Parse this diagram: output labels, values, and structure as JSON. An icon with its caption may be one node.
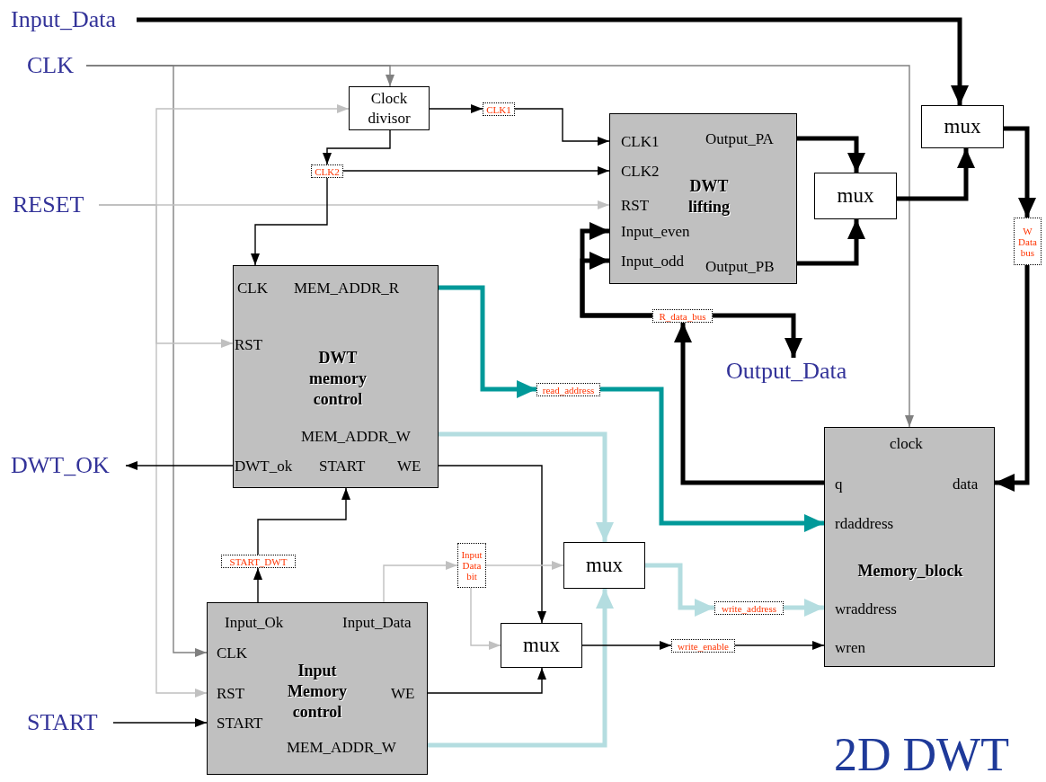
{
  "diagram": {
    "title": "2D DWT",
    "nodes": [
      {
        "text": [
          "Input_Data"
        ]
      },
      {
        "text": [
          "CLK"
        ]
      },
      {
        "text": [
          "RESET"
        ]
      },
      {
        "text": [
          "DWT_OK"
        ]
      },
      {
        "text": [
          "START"
        ]
      },
      {
        "text": [
          "Output_Data"
        ]
      },
      {
        "text": [
          "Clock divisor"
        ]
      },
      {
        "text": [
          "DWT lifting",
          "CLK1",
          "CLK2",
          "RST",
          "Input_even",
          "Input_odd",
          "Output_PA",
          "Output_PB"
        ]
      },
      {
        "text": [
          "mux"
        ]
      },
      {
        "text": [
          "mux"
        ]
      },
      {
        "text": [
          "DWT memory control",
          "CLK",
          "MEM_ADDR_R",
          "RST",
          "MEM_ADDR_W",
          "DWT_ok",
          "START",
          "WE"
        ]
      },
      {
        "text": [
          "Memory_block",
          "clock",
          "q",
          "data",
          "rdaddress",
          "wraddress",
          "wren"
        ]
      },
      {
        "text": [
          "Input Memory control",
          "Input_Ok",
          "Input_Data",
          "CLK",
          "RST",
          "START",
          "WE",
          "MEM_ADDR_W"
        ]
      },
      {
        "text": [
          "mux"
        ]
      },
      {
        "text": [
          "mux"
        ]
      },
      {
        "text": [
          "CLK1"
        ]
      },
      {
        "text": [
          "CLK2"
        ]
      },
      {
        "text": [
          "R_data_bus"
        ]
      },
      {
        "text": [
          "W Data bus"
        ]
      },
      {
        "text": [
          "read_address"
        ]
      },
      {
        "text": [
          "START_DWT"
        ]
      },
      {
        "text": [
          "Input Data bit"
        ]
      },
      {
        "text": [
          "write_address"
        ]
      },
      {
        "text": [
          "write_enable"
        ]
      }
    ],
    "edges": [
      {
        "from": 0,
        "to": 8,
        "arrow": "to",
        "style": "thick"
      },
      {
        "from": 1,
        "to": 6,
        "arrow": "to",
        "color": "#808080"
      },
      {
        "from": 1,
        "to": 11,
        "arrow": "to",
        "color": "#808080"
      },
      {
        "from": 1,
        "to": 12,
        "arrow": "to",
        "color": "#808080"
      },
      {
        "from": 2,
        "to": 7,
        "arrow": "to",
        "color": "#c0c0c0"
      },
      {
        "from": 2,
        "to": 6,
        "arrow": "to",
        "color": "#c0c0c0"
      },
      {
        "from": 2,
        "to": 10,
        "arrow": "to",
        "color": "#c0c0c0"
      },
      {
        "from": 2,
        "to": 12,
        "arrow": "to",
        "color": "#c0c0c0"
      },
      {
        "from": 6,
        "to": 15,
        "arrow": "to"
      },
      {
        "from": 15,
        "to": 7,
        "arrow": "to"
      },
      {
        "from": 6,
        "to": 16,
        "arrow": "to"
      },
      {
        "from": 16,
        "to": 7,
        "arrow": "to"
      },
      {
        "from": 16,
        "to": 10,
        "arrow": "to"
      },
      {
        "from": 7,
        "to": 9,
        "arrow": "to",
        "style": "thick"
      },
      {
        "from": 7,
        "to": 9,
        "arrow": "to",
        "style": "thick"
      },
      {
        "from": 9,
        "to": 8,
        "arrow": "to",
        "style": "thick"
      },
      {
        "from": 8,
        "to": 18,
        "arrow": "to",
        "style": "thick"
      },
      {
        "from": 18,
        "to": 11,
        "arrow": "to",
        "style": "thick"
      },
      {
        "from": 11,
        "to": 17,
        "arrow": "to",
        "style": "thick"
      },
      {
        "from": 17,
        "to": 7,
        "arrow": "to",
        "style": "thick"
      },
      {
        "from": 17,
        "to": 7,
        "arrow": "to",
        "style": "thick"
      },
      {
        "from": 17,
        "to": 5,
        "arrow": "to",
        "style": "thick"
      },
      {
        "from": 10,
        "to": 19,
        "arrow": "to",
        "style": "thick",
        "color": "#009999"
      },
      {
        "from": 19,
        "to": 11,
        "arrow": "to",
        "style": "thick",
        "color": "#009999"
      },
      {
        "from": 10,
        "to": 13,
        "arrow": "to",
        "style": "thick",
        "color": "#b4dde0"
      },
      {
        "from": 12,
        "to": 13,
        "arrow": "to",
        "style": "thick",
        "color": "#b4dde0"
      },
      {
        "from": 13,
        "to": 22,
        "arrow": "to",
        "style": "thick",
        "color": "#b4dde0"
      },
      {
        "from": 22,
        "to": 11,
        "arrow": "to",
        "style": "thick",
        "color": "#b4dde0"
      },
      {
        "from": 10,
        "to": 14,
        "arrow": "to"
      },
      {
        "from": 12,
        "to": 14,
        "arrow": "to"
      },
      {
        "from": 14,
        "to": 23,
        "arrow": "to"
      },
      {
        "from": 23,
        "to": 11,
        "arrow": "to"
      },
      {
        "from": 10,
        "to": 3,
        "arrow": "to"
      },
      {
        "from": 12,
        "to": 20,
        "arrow": "to"
      },
      {
        "from": 20,
        "to": 10,
        "arrow": "to"
      },
      {
        "from": 12,
        "to": 21,
        "arrow": "to",
        "color": "#c0c0c0"
      },
      {
        "from": 21,
        "to": 13,
        "arrow": "to",
        "color": "#c0c0c0"
      },
      {
        "from": 21,
        "to": 14,
        "arrow": "to",
        "color": "#c0c0c0"
      },
      {
        "from": 4,
        "to": 12,
        "arrow": "to"
      }
    ]
  }
}
